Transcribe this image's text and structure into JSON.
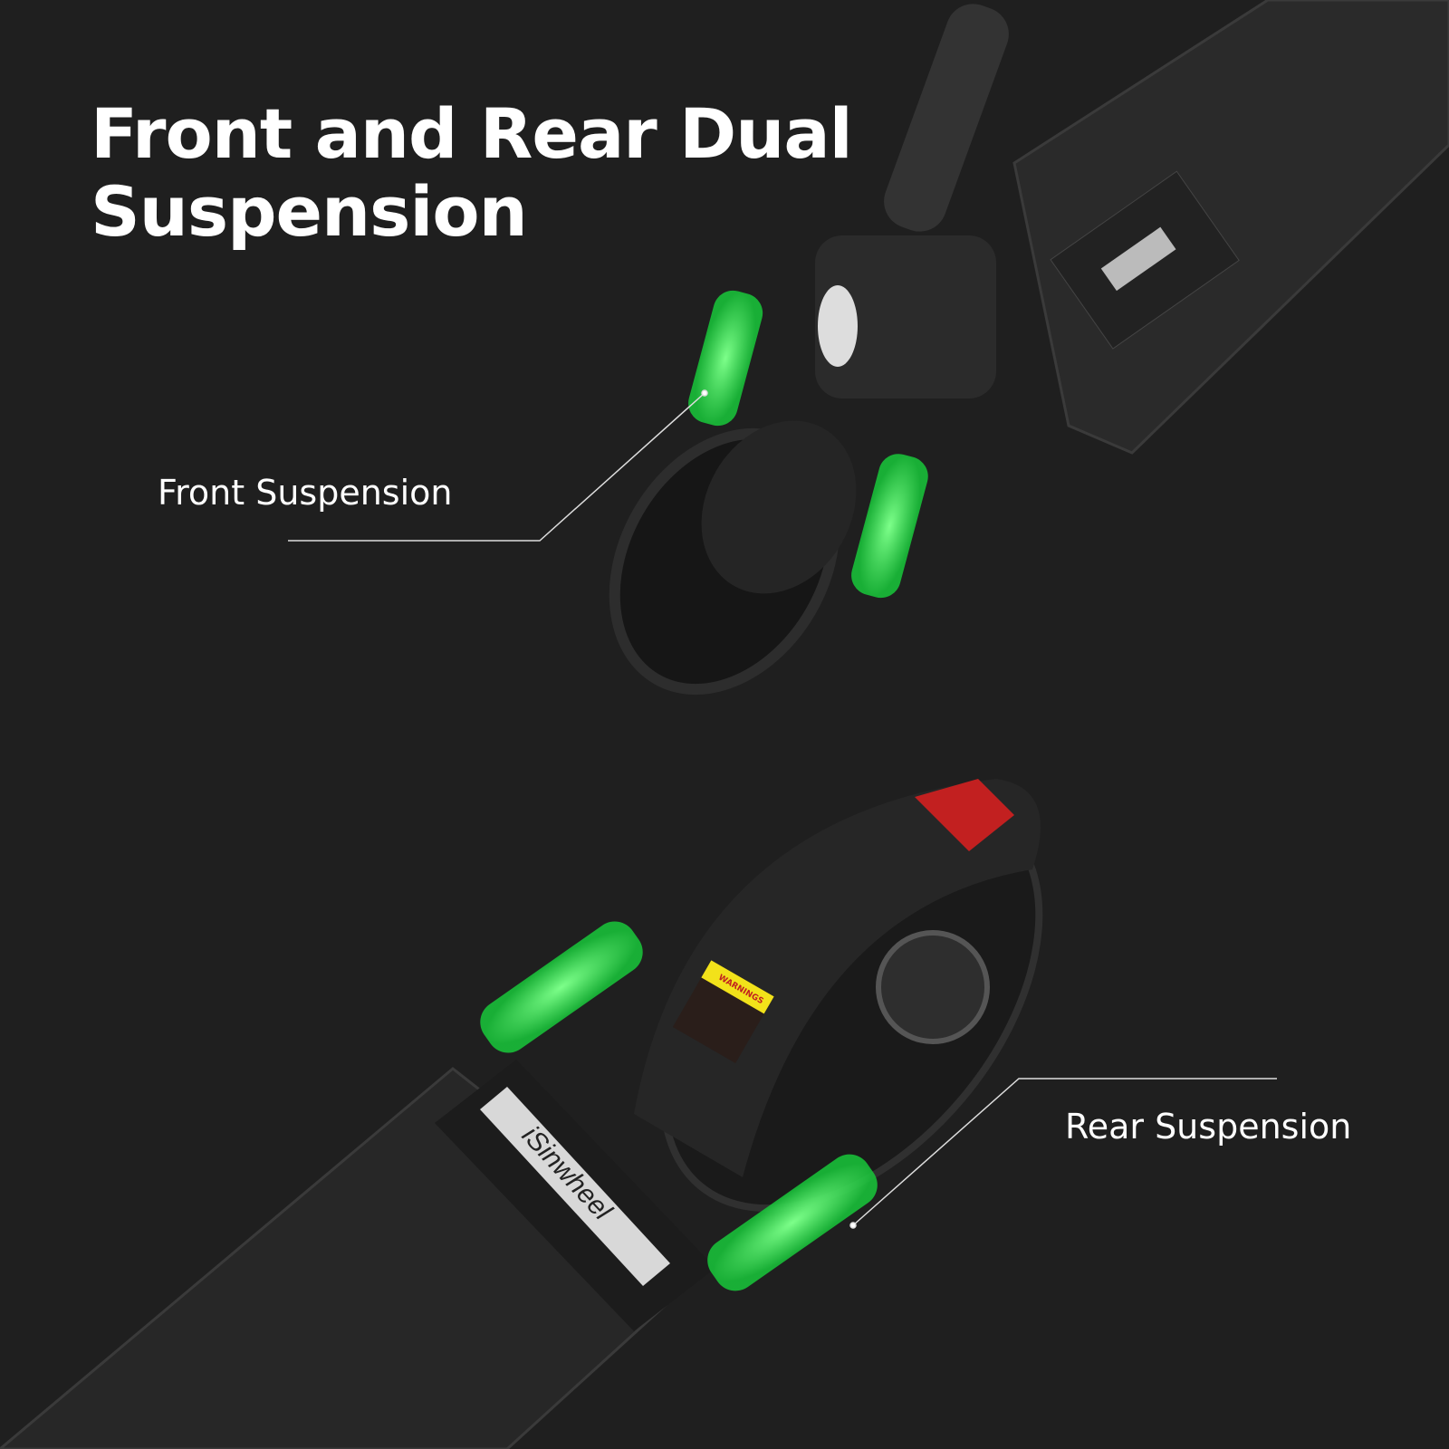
{
  "title": "Front and Rear Dual Suspension",
  "callouts": {
    "front": "Front Suspension",
    "rear": "Rear Suspension"
  },
  "product": {
    "brand_logo": "iSinwheel",
    "warning_label": "WARNINGS"
  },
  "colors": {
    "background": "#1f1f1f",
    "suspension_highlight": "#3cff5a",
    "text": "#ffffff"
  }
}
